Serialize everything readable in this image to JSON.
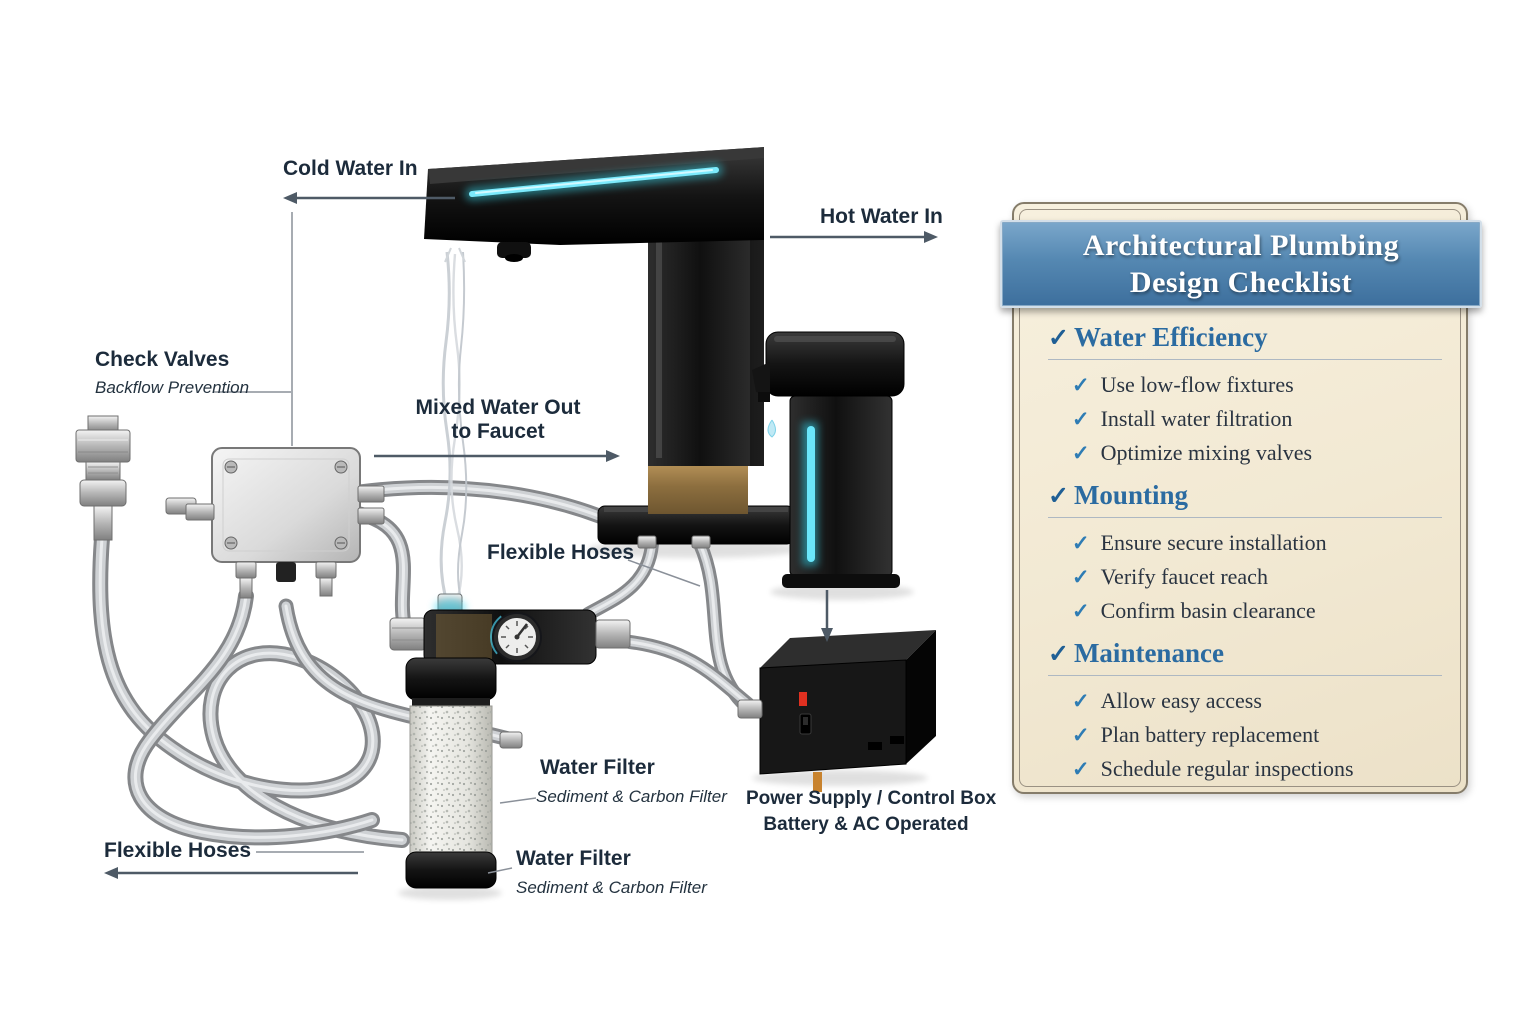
{
  "diagram": {
    "labels": {
      "cold_water_in": "Cold Water In",
      "hot_water_in": "Hot Water In",
      "check_valves": {
        "title": "Check Valves",
        "subtitle": "Backflow Prevention"
      },
      "mixed_water_out": {
        "line1": "Mixed Water Out",
        "line2": "to Faucet"
      },
      "flexible_hoses_mid": "Flexible Hoses",
      "water_filter_upper": {
        "title": "Water Filter",
        "subtitle": "Sediment & Carbon Filter"
      },
      "water_filter_lower": {
        "title": "Water Filter",
        "subtitle": "Sediment & Carbon Filter"
      },
      "flexible_hoses_bottom": "Flexible Hoses",
      "power_supply": {
        "line1": "Power Supply / Control Box",
        "line2": "Battery & AC Operated"
      }
    }
  },
  "checklist": {
    "title": {
      "line1": "Architectural Plumbing",
      "line2": "Design Checklist"
    },
    "check_glyph": "✓",
    "sections": [
      {
        "title": "Water Efficiency",
        "items": [
          "Use low-flow fixtures",
          "Install water filtration",
          "Optimize mixing valves"
        ]
      },
      {
        "title": "Mounting",
        "items": [
          "Ensure secure installation",
          "Verify faucet reach",
          "Confirm basin clearance"
        ]
      },
      {
        "title": "Maintenance",
        "items": [
          "Allow easy access",
          "Plan battery replacement",
          "Schedule regular inspections"
        ]
      }
    ]
  },
  "colors": {
    "led_cyan": "#3fdcf2",
    "banner_blue_top": "#7ba7cb",
    "banner_blue_bottom": "#3d6f9d",
    "heading_blue": "#2b6ba1",
    "check_blue": "#2e7cb4",
    "panel_parchment": "#f2e9d3",
    "label_text": "#1c2b3b",
    "bronze": "#8d6f3f"
  }
}
